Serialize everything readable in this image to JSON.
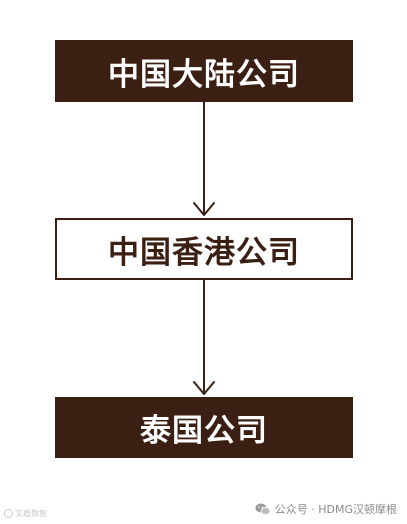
{
  "nodes": [
    {
      "label": "中国大陆公司"
    },
    {
      "label": "中国香港公司"
    },
    {
      "label": "泰国公司"
    }
  ],
  "colors": {
    "primary": "#3b1f12",
    "text_light": "#ffffff",
    "background": "#ffffff"
  },
  "watermark": {
    "left_text": "文盾数智",
    "right_text": "公众号 · HDMG汉顿摩根",
    "icon": "wechat-icon"
  }
}
